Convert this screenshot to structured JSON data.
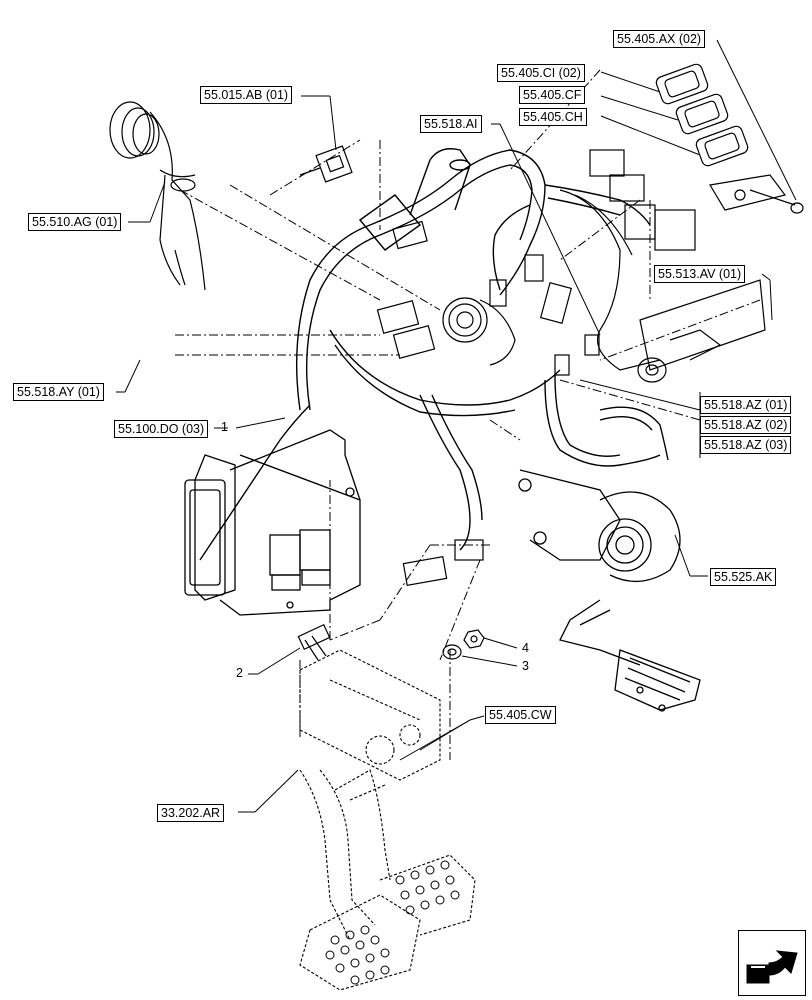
{
  "diagram": {
    "references": [
      {
        "id": "ref-55-405-ax-02",
        "text": "55.405.AX (02)"
      },
      {
        "id": "ref-55-405-ci-02",
        "text": "55.405.CI (02)"
      },
      {
        "id": "ref-55-405-cf",
        "text": "55.405.CF"
      },
      {
        "id": "ref-55-405-ch",
        "text": "55.405.CH"
      },
      {
        "id": "ref-55-015-ab-01",
        "text": "55.015.AB (01)"
      },
      {
        "id": "ref-55-518-ai",
        "text": "55.518.AI"
      },
      {
        "id": "ref-55-510-ag-01",
        "text": "55.510.AG (01)"
      },
      {
        "id": "ref-55-513-av-01",
        "text": "55.513.AV (01)"
      },
      {
        "id": "ref-55-518-ay-01",
        "text": "55.518.AY (01)"
      },
      {
        "id": "ref-55-518-az-01",
        "text": "55.518.AZ (01)"
      },
      {
        "id": "ref-55-518-az-02",
        "text": "55.518.AZ (02)"
      },
      {
        "id": "ref-55-518-az-03",
        "text": "55.518.AZ (03)"
      },
      {
        "id": "ref-55-100-do-03",
        "text": "55.100.DO (03)"
      },
      {
        "id": "ref-55-525-ak",
        "text": "55.525.AK"
      },
      {
        "id": "ref-55-405-cw",
        "text": "55.405.CW"
      },
      {
        "id": "ref-33-202-ar",
        "text": "33.202.AR"
      }
    ],
    "callouts": [
      "1",
      "2",
      "3",
      "4"
    ],
    "nav_icon": "next-page-arrow-icon"
  }
}
